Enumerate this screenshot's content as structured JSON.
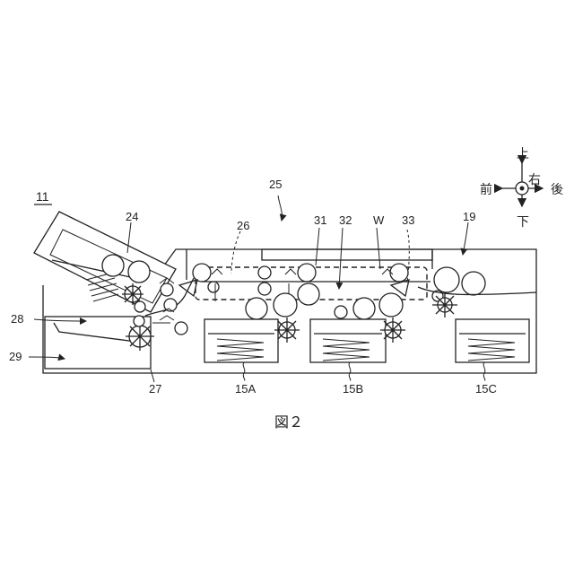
{
  "figure": {
    "caption": "図２",
    "label_device": "11",
    "labels": {
      "l25": "25",
      "l24": "24",
      "l26": "26",
      "l31": "31",
      "l32": "32",
      "lW": "W",
      "l33": "33",
      "l19": "19",
      "l28": "28",
      "l29": "29",
      "l27": "27",
      "l15A": "15A",
      "l15B": "15B",
      "l15C": "15C"
    },
    "directions": {
      "up": "上",
      "down": "下",
      "front": "前",
      "back": "後",
      "right": "右"
    }
  }
}
